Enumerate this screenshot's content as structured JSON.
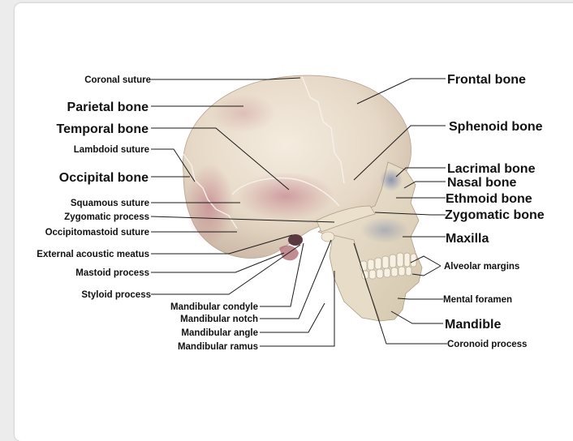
{
  "labels": {
    "coronal_suture": "Coronal suture",
    "parietal_bone": "Parietal bone",
    "temporal_bone": "Temporal bone",
    "lambdoid_suture": "Lambdoid suture",
    "occipital_bone": "Occipital bone",
    "squamous_suture": "Squamous suture",
    "zygomatic_process": "Zygomatic process",
    "occipitomastoid_suture": "Occipitomastoid suture",
    "external_acoustic_meatus": "External acoustic meatus",
    "mastoid_process": "Mastoid process",
    "styloid_process": "Styloid process",
    "mandibular_condyle": "Mandibular condyle",
    "mandibular_notch": "Mandibular notch",
    "mandibular_angle": "Mandibular angle",
    "mandibular_ramus": "Mandibular ramus",
    "frontal_bone": "Frontal bone",
    "sphenoid_bone": "Sphenoid bone",
    "lacrimal_bone": "Lacrimal bone",
    "nasal_bone": "Nasal bone",
    "ethmoid_bone": "Ethmoid bone",
    "zygomatic_bone": "Zygomatic bone",
    "maxilla": "Maxilla",
    "alveolar_margins": "Alveolar margins",
    "mental_foramen": "Mental foramen",
    "mandible": "Mandible",
    "coronoid_process": "Coronoid process"
  },
  "colors": {
    "bone_light": "#efe6d6",
    "bone_shadow": "#c9bba6",
    "reddish_tint": "#b9687a",
    "blue_tint": "#6f7fa6",
    "leader": "#1a1a1a"
  }
}
